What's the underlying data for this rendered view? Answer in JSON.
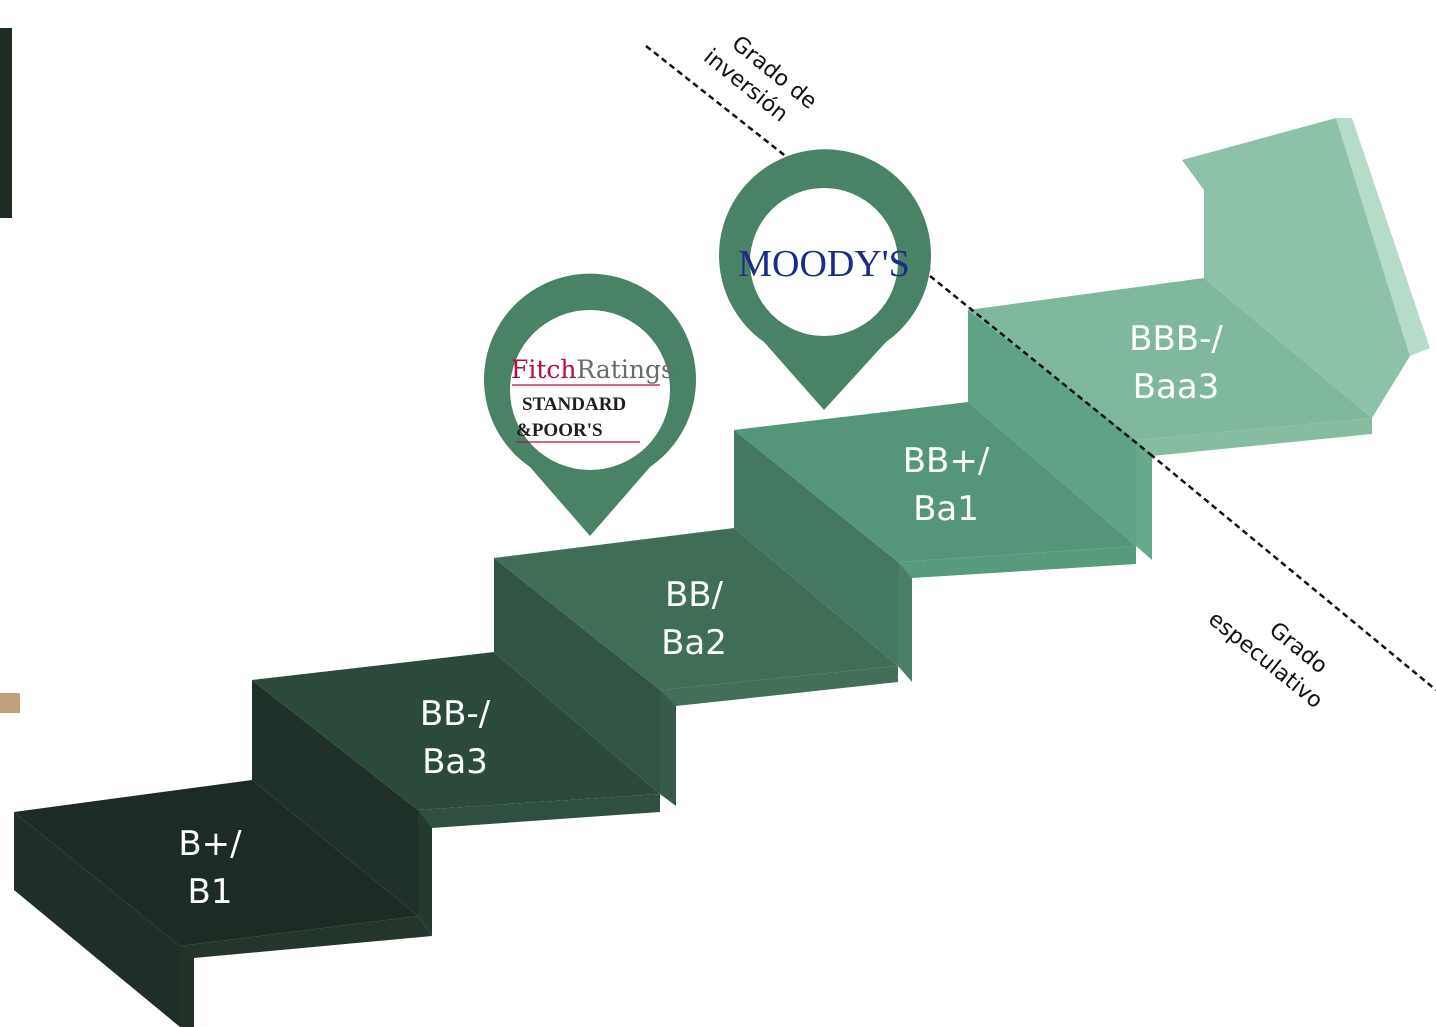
{
  "steps": [
    {
      "rating_sp": "B+/",
      "rating_moodys": "B1"
    },
    {
      "rating_sp": "BB-/",
      "rating_moodys": "Ba3"
    },
    {
      "rating_sp": "BB/",
      "rating_moodys": "Ba2"
    },
    {
      "rating_sp": "BB+/",
      "rating_moodys": "Ba1"
    },
    {
      "rating_sp": "BBB-/",
      "rating_moodys": "Baa3"
    }
  ],
  "divider": {
    "investment_line1": "Grado de",
    "investment_line2": "inversión",
    "speculative_line1": "Grado",
    "speculative_line2": "especulativo"
  },
  "markers": {
    "fitch_sp": {
      "fitch_a": "Fitch",
      "fitch_b": "Ratings",
      "sp_line1": "STANDARD",
      "sp_line2": "&POOR'S"
    },
    "moodys": {
      "logo_text": "MOODY'S"
    }
  },
  "colors": {
    "step1": "#1c2b24",
    "step2": "#2c4a3c",
    "step3": "#3f6d56",
    "step4": "#55957a",
    "step5": "#8dc2a8",
    "marker": "#4a8266",
    "accent_bar": "#1e2c24",
    "accent_square": "#c0a37c"
  }
}
